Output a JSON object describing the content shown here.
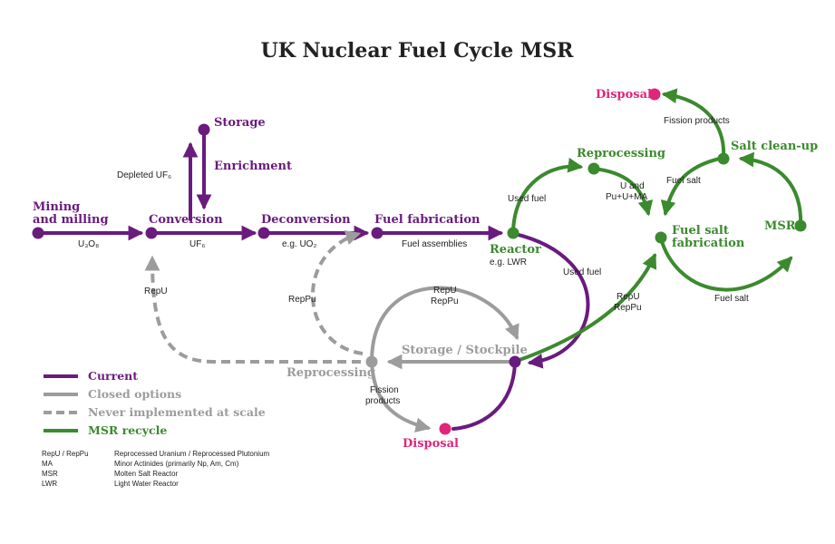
{
  "title": "UK Nuclear Fuel Cycle MSR",
  "nodes": {
    "mining_line1": "Mining",
    "mining_line2": "and milling",
    "conversion": "Conversion",
    "storage_top": "Storage",
    "enrichment": "Enrichment",
    "deconversion": "Deconversion",
    "fuel_fabrication": "Fuel fabrication",
    "reactor": "Reactor",
    "reactor_sub": "e.g. LWR",
    "reprocessing_green": "Reprocessing",
    "salt_cleanup": "Salt clean-up",
    "disposal_top": "Disposal",
    "fuel_salt_line1": "Fuel salt",
    "fuel_salt_line2": "fabrication",
    "msr": "MSR",
    "storage_stockpile": "Storage / Stockpile",
    "reprocessing_grey": "Reprocessing",
    "disposal_bottom": "Disposal"
  },
  "flow_labels": {
    "u3o8": "U₃O₈",
    "uf6": "UF₆",
    "depleted_uf6": "Depleted UF₆",
    "uo2": "e.g. UO₂",
    "fuel_assemblies": "Fuel assemblies",
    "used_fuel_up": "Used fuel",
    "used_fuel_down": "Used fuel",
    "u_and_line1": "U and",
    "u_and_line2": "Pu+U+MA",
    "fission_products_top": "Fission products",
    "fuel_salt_out": "Fuel salt",
    "fuel_salt_flow": "Fuel salt",
    "repu_repu_line1": "RepU",
    "repu_repu_line2": "RepPu",
    "repu_green_line1": "RepU",
    "repu_green_line2": "RepPu",
    "repu_left": "RepU",
    "reppu_left": "RepPu",
    "fission_bottom_line1": "Fission",
    "fission_bottom_line2": "products"
  },
  "legend": [
    {
      "label": "Current",
      "style": "solid",
      "color": "#6a1b7e"
    },
    {
      "label": "Closed options",
      "style": "solid",
      "color": "#9c9c9c"
    },
    {
      "label": "Never implemented at scale",
      "style": "dashed",
      "color": "#9c9c9c"
    },
    {
      "label": "MSR recycle",
      "style": "solid",
      "color": "#3b8a2e"
    }
  ],
  "abbreviations": [
    {
      "abbr": "RepU / RepPu",
      "meaning": "Reprocessed Uranium / Reprocessed Plutonium"
    },
    {
      "abbr": "MA",
      "meaning": "Minor Actinides (primarily Np, Am, Cm)"
    },
    {
      "abbr": "MSR",
      "meaning": "Molten Salt Reactor"
    },
    {
      "abbr": "LWR",
      "meaning": "Light Water Reactor"
    }
  ],
  "colors": {
    "current": "#6a1b7e",
    "closed": "#9c9c9c",
    "msr": "#3b8a2e",
    "disposal": "#e0257a"
  }
}
